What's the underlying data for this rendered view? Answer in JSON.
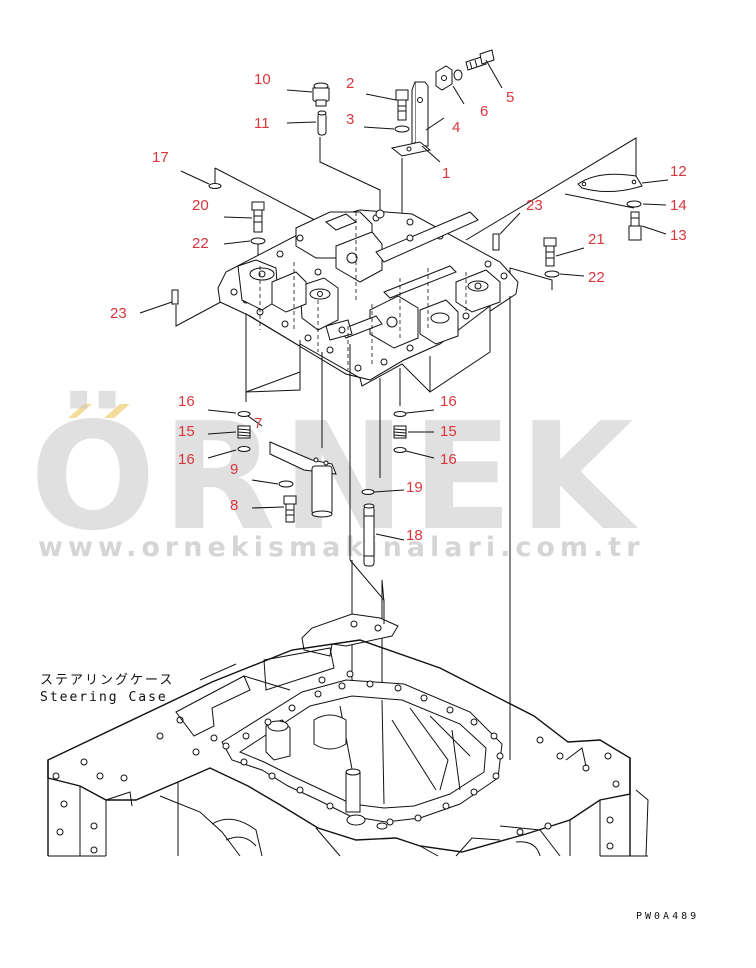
{
  "callouts": [
    {
      "id": "c10",
      "text": "10"
    },
    {
      "id": "c2",
      "text": "2"
    },
    {
      "id": "c11",
      "text": "11"
    },
    {
      "id": "c3",
      "text": "3"
    },
    {
      "id": "c4",
      "text": "4"
    },
    {
      "id": "c6",
      "text": "6"
    },
    {
      "id": "c5",
      "text": "5"
    },
    {
      "id": "c1",
      "text": "1"
    },
    {
      "id": "c17",
      "text": "17"
    },
    {
      "id": "c12",
      "text": "12"
    },
    {
      "id": "c20",
      "text": "20"
    },
    {
      "id": "c23a",
      "text": "23"
    },
    {
      "id": "c14",
      "text": "14"
    },
    {
      "id": "c22a",
      "text": "22"
    },
    {
      "id": "c13",
      "text": "13"
    },
    {
      "id": "c21",
      "text": "21"
    },
    {
      "id": "c22b",
      "text": "22"
    },
    {
      "id": "c23b",
      "text": "23"
    },
    {
      "id": "c16a",
      "text": "16"
    },
    {
      "id": "c7",
      "text": "7"
    },
    {
      "id": "c16b",
      "text": "16"
    },
    {
      "id": "c15a",
      "text": "15"
    },
    {
      "id": "c15b",
      "text": "15"
    },
    {
      "id": "c16c",
      "text": "16"
    },
    {
      "id": "c9",
      "text": "9"
    },
    {
      "id": "c16d",
      "text": "16"
    },
    {
      "id": "c19",
      "text": "19"
    },
    {
      "id": "c8",
      "text": "8"
    },
    {
      "id": "c18",
      "text": "18"
    }
  ],
  "label_jp": "ステアリングケース",
  "label_en": "Steering Case",
  "drawing_code": "PW0A489",
  "watermark": {
    "brand": "ÖRNEK",
    "url": "www.ornekismakinalari.com.tr"
  }
}
